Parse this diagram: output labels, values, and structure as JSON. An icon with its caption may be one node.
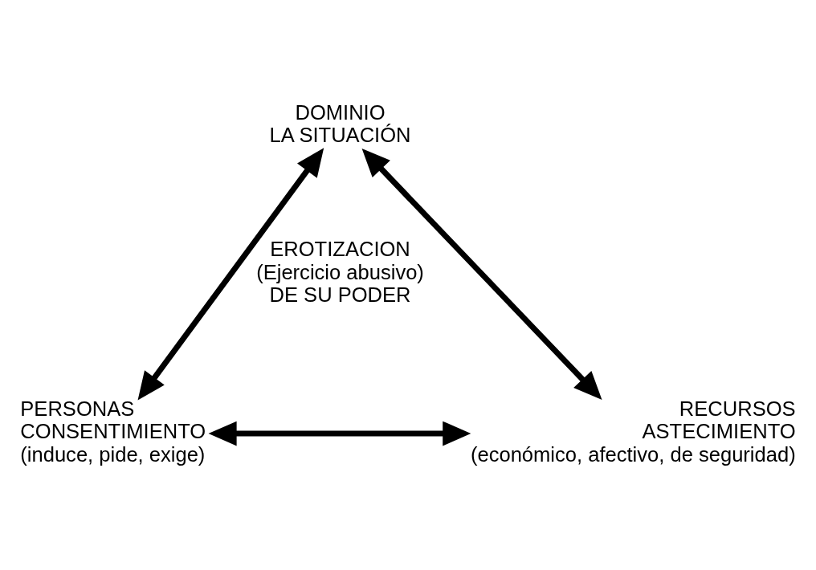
{
  "diagram": {
    "nodes": [
      {
        "text": [
          "DOMINIO",
          "LA SITUACIÓN"
        ]
      },
      {
        "text": [
          "PERSONAS",
          "CONSENTIMIENTO",
          "(induce, pide, exige)"
        ]
      },
      {
        "text": [
          "RECURSOS",
          "ASTECIMIENTO",
          "(económico, afectivo, de seguridad)"
        ]
      }
    ],
    "edges": [
      {
        "from": 0,
        "to": 1,
        "arrow": "both"
      },
      {
        "from": 0,
        "to": 2,
        "arrow": "both"
      },
      {
        "from": 1,
        "to": 2,
        "arrow": "both"
      }
    ],
    "labels": [
      "EROTIZACION (Ejercicio abusivo) DE SU PODER"
    ]
  }
}
